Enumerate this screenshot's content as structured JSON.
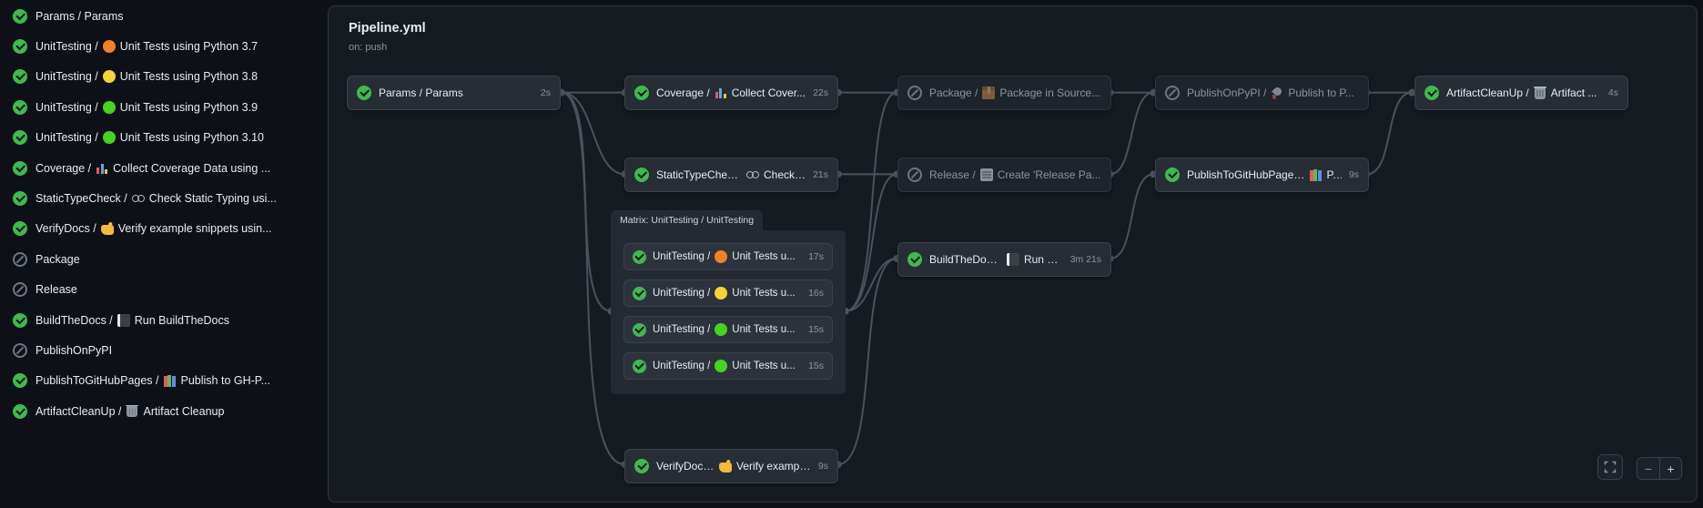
{
  "colors": {
    "page_bg": "#0d1117",
    "panel_bg": "#161b22",
    "node_bg": "#262d35",
    "border": "#30363d",
    "success_green": "#3fb950",
    "skipped_gray": "#6e7681",
    "text_primary": "#e6edf3",
    "text_muted": "#8b949e",
    "python37_orange": "#ed8326",
    "python38_yellow": "#f7d336",
    "python39_green": "#45d421",
    "python310_green": "#45d421"
  },
  "sidebar": {
    "items": [
      {
        "status": "success",
        "pre": "Params / Params",
        "icon": "",
        "post": ""
      },
      {
        "status": "success",
        "pre": "UnitTesting /",
        "icon": "orange-circle",
        "post": "Unit Tests using Python 3.7"
      },
      {
        "status": "success",
        "pre": "UnitTesting /",
        "icon": "yellow-circle",
        "post": "Unit Tests using Python 3.8"
      },
      {
        "status": "success",
        "pre": "UnitTesting /",
        "icon": "green-circle",
        "post": "Unit Tests using Python 3.9"
      },
      {
        "status": "success",
        "pre": "UnitTesting /",
        "icon": "green-circle",
        "post": "Unit Tests using Python 3.10"
      },
      {
        "status": "success",
        "pre": "Coverage /",
        "icon": "bar-chart",
        "post": "Collect Coverage Data using ..."
      },
      {
        "status": "success",
        "pre": "StaticTypeCheck /",
        "icon": "glasses",
        "post": "Check Static Typing usi..."
      },
      {
        "status": "success",
        "pre": "VerifyDocs /",
        "icon": "thumbs-up",
        "post": "Verify example snippets usin..."
      },
      {
        "status": "skipped",
        "pre": "Package",
        "icon": "",
        "post": ""
      },
      {
        "status": "skipped",
        "pre": "Release",
        "icon": "",
        "post": ""
      },
      {
        "status": "success",
        "pre": "BuildTheDocs /",
        "icon": "notebook",
        "post": "Run BuildTheDocs"
      },
      {
        "status": "skipped",
        "pre": "PublishOnPyPI",
        "icon": "",
        "post": ""
      },
      {
        "status": "success",
        "pre": "PublishToGitHubPages /",
        "icon": "books",
        "post": "Publish to GH-P..."
      },
      {
        "status": "success",
        "pre": "ArtifactCleanUp /",
        "icon": "wastebasket",
        "post": "Artifact Cleanup"
      }
    ]
  },
  "graph": {
    "title": "Pipeline.yml",
    "trigger": "on: push",
    "nodes": [
      {
        "status": "success",
        "pre": "Params / Params",
        "icon": "",
        "post": "",
        "duration": "2s"
      },
      {
        "status": "success",
        "pre": "Coverage /",
        "icon": "bar-chart",
        "post": "Collect Cover...",
        "duration": "22s"
      },
      {
        "status": "success",
        "pre": "StaticTypeCheck /",
        "icon": "glasses",
        "post": "Check ...",
        "duration": "21s"
      },
      {
        "status": "success",
        "pre": "VerifyDocs /",
        "icon": "thumbs-up",
        "post": "Verify exampl...",
        "duration": "9s"
      },
      {
        "status": "skipped",
        "pre": "Package /",
        "icon": "package",
        "post": "Package in Source...",
        "duration": ""
      },
      {
        "status": "skipped",
        "pre": "Release /",
        "icon": "memo",
        "post": "Create 'Release Pa...",
        "duration": ""
      },
      {
        "status": "success",
        "pre": "BuildTheDocs /",
        "icon": "notebook",
        "post": "Run B...",
        "duration": "3m 21s"
      },
      {
        "status": "skipped",
        "pre": "PublishOnPyPI /",
        "icon": "rocket",
        "post": "Publish to P...",
        "duration": ""
      },
      {
        "status": "success",
        "pre": "PublishToGitHubPages /",
        "icon": "books",
        "post": "P...",
        "duration": "9s"
      },
      {
        "status": "success",
        "pre": "ArtifactCleanUp /",
        "icon": "wastebasket",
        "post": "Artifact ...",
        "duration": "4s"
      }
    ],
    "matrix": {
      "label": "Matrix: UnitTesting / UnitTesting",
      "nodes": [
        {
          "status": "success",
          "pre": "UnitTesting /",
          "icon": "orange-circle",
          "post": "Unit Tests u...",
          "duration": "17s"
        },
        {
          "status": "success",
          "pre": "UnitTesting /",
          "icon": "yellow-circle",
          "post": "Unit Tests u...",
          "duration": "16s"
        },
        {
          "status": "success",
          "pre": "UnitTesting /",
          "icon": "green-circle",
          "post": "Unit Tests u...",
          "duration": "15s"
        },
        {
          "status": "success",
          "pre": "UnitTesting /",
          "icon": "green-circle",
          "post": "Unit Tests u...",
          "duration": "15s"
        }
      ]
    },
    "controls": {
      "zoom_out": "−",
      "zoom_in": "+"
    }
  }
}
